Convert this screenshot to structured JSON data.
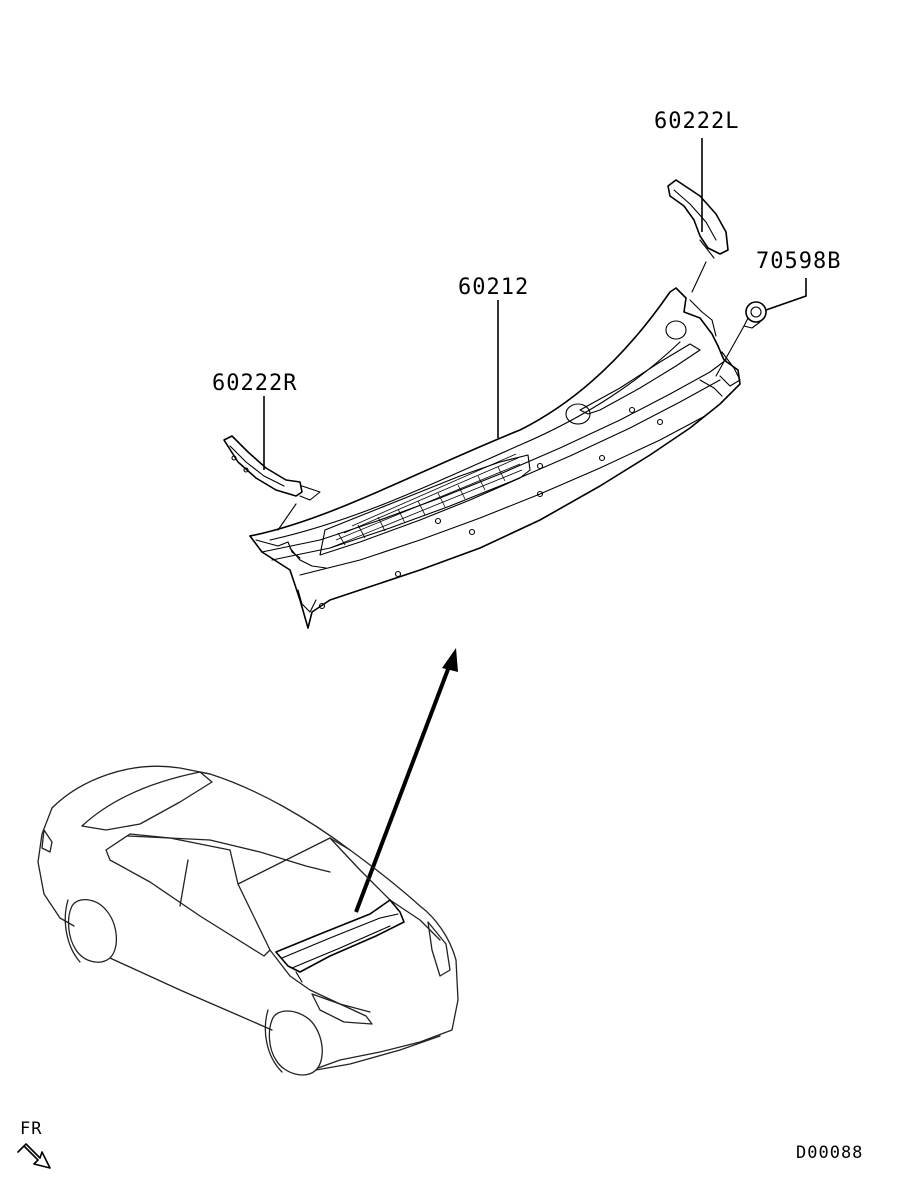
{
  "parts": {
    "cowl_top_panel": "60212",
    "cowl_side_cover_lh": "60222L",
    "cowl_side_cover_rh": "60222R",
    "clip": "70598B"
  },
  "direction_label": "FR",
  "diagram_code": "D00088"
}
